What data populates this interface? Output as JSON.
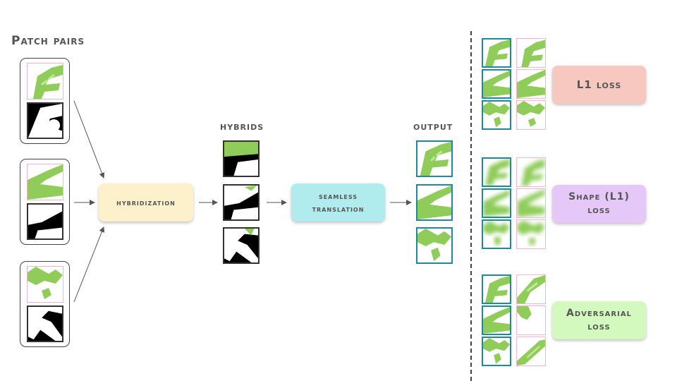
{
  "titles": {
    "patch_pairs": "Patch pairs",
    "hybrids": "hybrids",
    "output": "output"
  },
  "boxes": {
    "hybridization": "hybridization",
    "translation_line1": "seamless",
    "translation_line2": "translation",
    "l1_loss": "L1 loss",
    "shape_loss_line1": "Shape (L1)",
    "shape_loss_line2": "loss",
    "adv_loss_line1": "Adversarial",
    "adv_loss_line2": "loss"
  },
  "colors": {
    "green": "#8fcc5a",
    "green_light": "#b8e08a",
    "hybridization_box": "#fdf1cc",
    "translation_box": "#b0ecee",
    "l1_box": "#f6c8bf",
    "shape_box": "#e6c8f8",
    "adv_box": "#d3f9bf",
    "pink_border": "#f4b6cf",
    "teal_border": "#1d8aa0"
  }
}
